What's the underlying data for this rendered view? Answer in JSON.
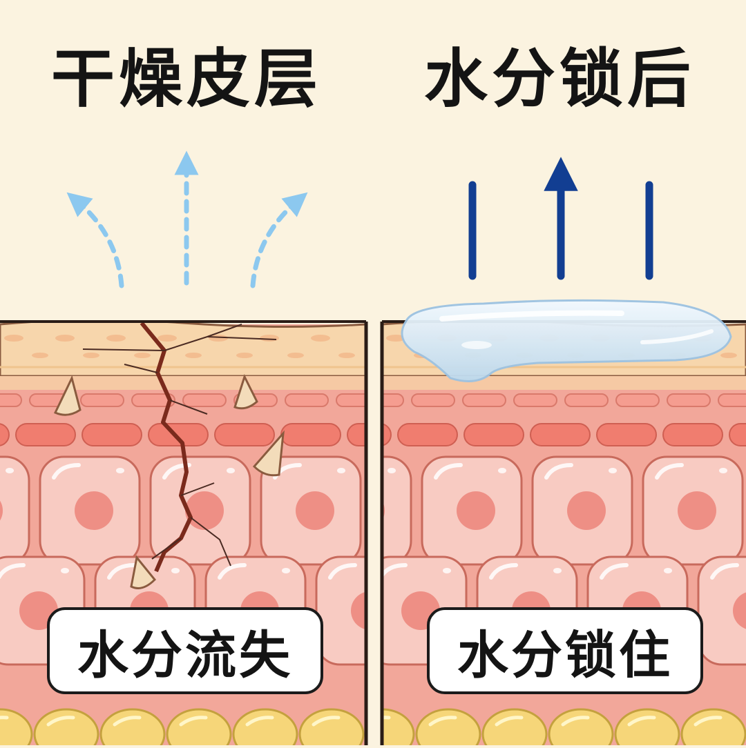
{
  "panels": {
    "left": {
      "title": "干燥皮层",
      "label": "水分流失"
    },
    "right": {
      "title": "水分锁后",
      "label": "水分锁住"
    }
  },
  "colors": {
    "background": "#fbf3e0",
    "stratum_corneum": "#f7d6ac",
    "dermis": "#f2a79a",
    "cell_fill": "#f8cbc2",
    "cell_nucleus": "#ee8f85",
    "fat_cells": "#f6d679",
    "crack": "#7a2a1c",
    "flake": "#f3dcba",
    "evaporation_arrow": "#8cc8ef",
    "barrier_arrow": "#123e92",
    "gel_film": "#d7ebf7"
  },
  "icons": {
    "evaporation": "dashed-curved-arrow-icon",
    "barrier": "solid-arrow-icon",
    "flake": "skin-flake-icon",
    "crack": "skin-crack-icon",
    "film": "moisture-film-icon"
  }
}
